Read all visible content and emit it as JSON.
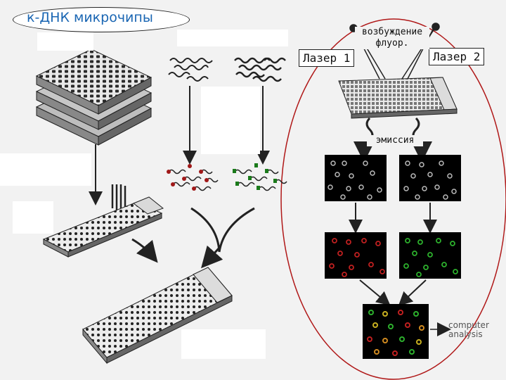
{
  "title": "к-ДНК микрочипы",
  "labels": {
    "laser1": "Лазер 1",
    "laser2": "Лазер 2",
    "excitation_line1": "возбуждение",
    "excitation_line2": "флуор.",
    "emission": "эмиссия",
    "computer_line1": "computer",
    "computer_line2": "analysis"
  },
  "colors": {
    "oval_outline": "#b01818",
    "title_text": "#1a66b3",
    "red_dye": "#a01818",
    "green_dye": "#1a7a1a",
    "panel_bg": "#000000"
  }
}
